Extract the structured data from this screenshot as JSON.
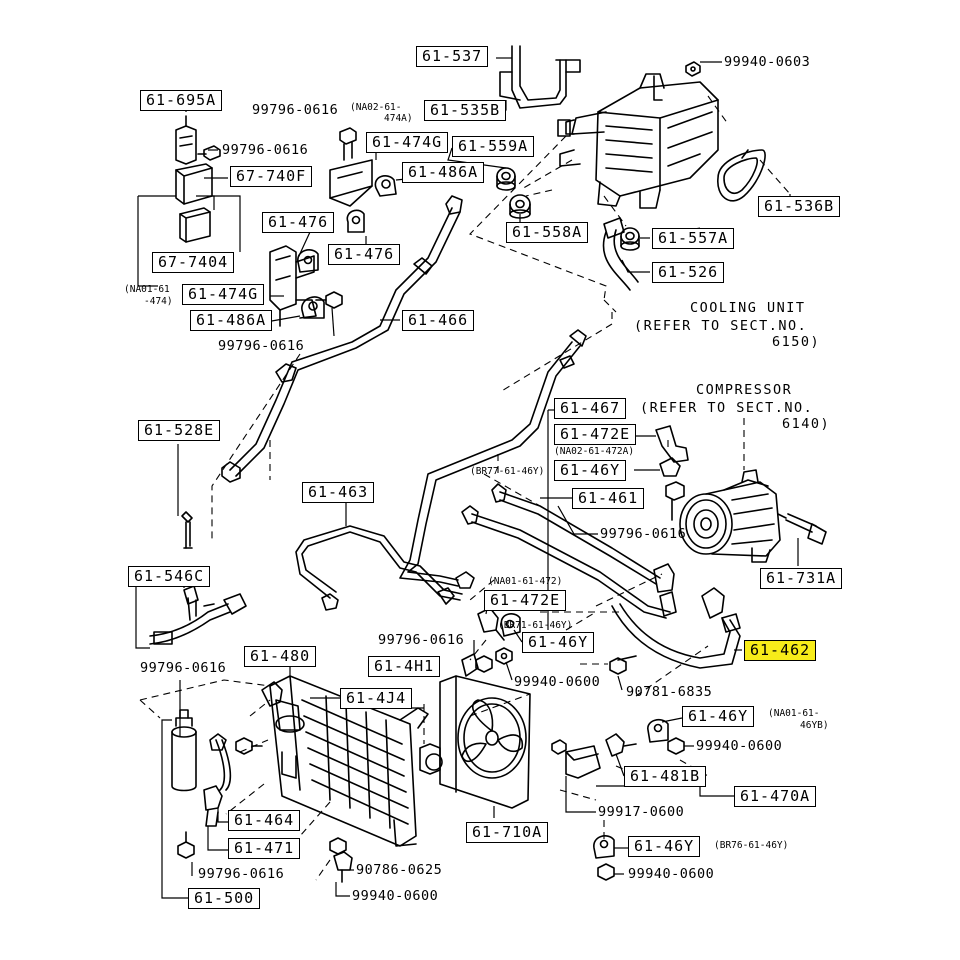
{
  "callouts": {
    "c61_537": "61-537",
    "c61_535B": "61-535B",
    "c61_474G_top": "61-474G",
    "c61_559A": "61-559A",
    "c61_486A_top": "61-486A",
    "c61_558A": "61-558A",
    "c61_557A": "61-557A",
    "c61_526": "61-526",
    "c61_536B": "61-536B",
    "c61_695A": "61-695A",
    "c67_740F": "67-740F",
    "c67_7404": "67-7404",
    "c61_476_a": "61-476",
    "c61_476_b": "61-476",
    "c61_474G_mid": "61-474G",
    "c61_486A_mid": "61-486A",
    "c61_466": "61-466",
    "c61_467": "61-467",
    "c61_472E_top": "61-472E",
    "c61_46Y_a": "61-46Y",
    "c61_461": "61-461",
    "c61_528E": "61-528E",
    "c61_463": "61-463",
    "c61_472E_mid": "61-472E",
    "c61_46Y_b": "61-46Y",
    "c61_462": "61-462",
    "c61_731A": "61-731A",
    "c61_546C": "61-546C",
    "c61_480": "61-480",
    "c61_4H1": "61-4H1",
    "c61_4J4": "61-4J4",
    "c61_46Y_c": "61-46Y",
    "c61_481B": "61-481B",
    "c61_470A": "61-470A",
    "c61_464": "61-464",
    "c61_471": "61-471",
    "c61_710A": "61-710A",
    "c61_46Y_d": "61-46Y",
    "c61_500": "61-500"
  },
  "part_numbers": {
    "p99940_0603": "99940-0603",
    "p99796_0616_top": "99796-0616",
    "p99796_0616_relay": "99796-0616",
    "p99796_0616_mid": "99796-0616",
    "p99796_0616_comp": "99796-0616",
    "p99796_0616_472": "99796-0616",
    "p99796_0616_left": "99796-0616",
    "p99796_0616_bottom": "99796-0616",
    "p99940_0600_a": "99940-0600",
    "p90781_6835": "90781-6835",
    "p99940_0600_b": "99940-0600",
    "p99917_0600": "99917-0600",
    "p90786_0625": "90786-0625",
    "p99940_0600_c": "99940-0600",
    "p99940_0600_d": "99940-0600"
  },
  "notes": {
    "n_na02_474a_1": "(NA02-61-",
    "n_na02_474a_2": "474A)",
    "n_na01_474_1": "(NA01-61",
    "n_na01_474_2": "-474)",
    "n_br77": "(BR77-61-46Y)",
    "n_na02_472a": "(NA02-61-472A)",
    "n_na01_472": "(NA01-61-472)",
    "n_br71": "(BR71-61-46Y)",
    "n_na01_46yb_1": "(NA01-61-",
    "n_na01_46yb_2": "46YB)",
    "n_br76": "(BR76-61-46Y)"
  },
  "references": {
    "cooling_unit_1": "COOLING UNIT",
    "cooling_unit_2": "(REFER TO SECT.NO.",
    "cooling_unit_3": "6150)",
    "compressor_1": "COMPRESSOR",
    "compressor_2": "(REFER TO SECT.NO.",
    "compressor_3": "6140)"
  },
  "highlight_color": "#f7ec1a"
}
